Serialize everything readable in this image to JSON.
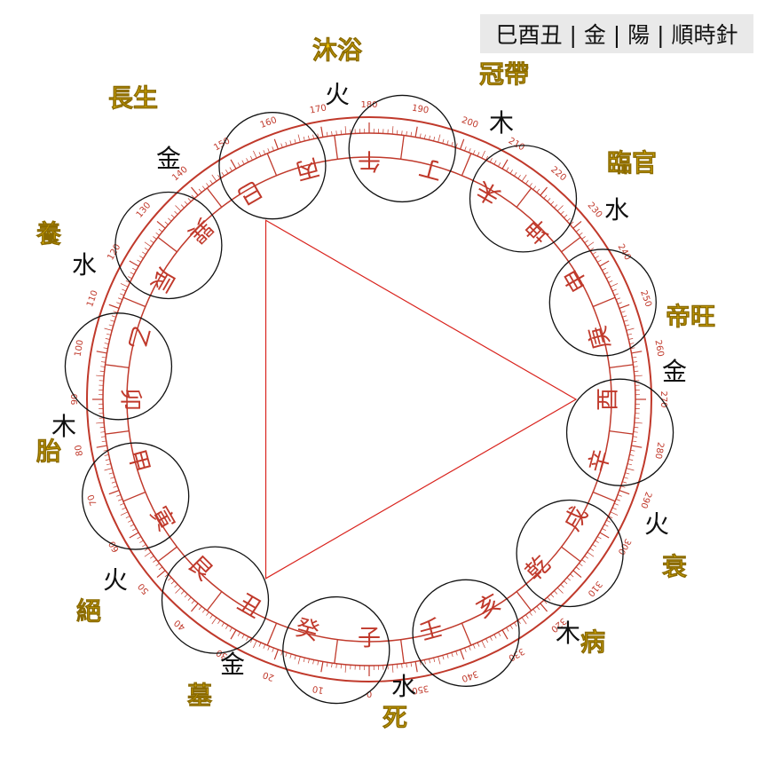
{
  "header": {
    "text": "巳酉丑 | 金 | 陽 | 順時針"
  },
  "colors": {
    "ring_red": "#c0392b",
    "stage_gold": "#f2c200",
    "stage_outline": "#8a6a00",
    "triangle": "#d9231d",
    "circle_outline": "#111111",
    "element_text": "#111111"
  },
  "stems_branches": [
    {
      "char": "巳",
      "kind": "branch"
    },
    {
      "char": "丙",
      "kind": "stem"
    },
    {
      "char": "午",
      "kind": "branch"
    },
    {
      "char": "丁",
      "kind": "stem"
    },
    {
      "char": "未",
      "kind": "branch"
    },
    {
      "char": "坤",
      "kind": "trigram"
    },
    {
      "char": "申",
      "kind": "branch"
    },
    {
      "char": "庚",
      "kind": "stem"
    },
    {
      "char": "酉",
      "kind": "branch"
    },
    {
      "char": "辛",
      "kind": "stem"
    },
    {
      "char": "戌",
      "kind": "branch"
    },
    {
      "char": "乾",
      "kind": "trigram"
    },
    {
      "char": "亥",
      "kind": "branch"
    },
    {
      "char": "壬",
      "kind": "stem"
    },
    {
      "char": "子",
      "kind": "branch"
    },
    {
      "char": "癸",
      "kind": "stem"
    },
    {
      "char": "丑",
      "kind": "branch"
    },
    {
      "char": "艮",
      "kind": "trigram"
    },
    {
      "char": "寅",
      "kind": "branch"
    },
    {
      "char": "甲",
      "kind": "stem"
    },
    {
      "char": "卯",
      "kind": "branch"
    },
    {
      "char": "乙",
      "kind": "stem"
    },
    {
      "char": "辰",
      "kind": "branch"
    },
    {
      "char": "巽",
      "kind": "trigram"
    }
  ],
  "degree_labels": [
    "0",
    "10",
    "20",
    "30",
    "40",
    "50",
    "60",
    "70",
    "80",
    "90",
    "100",
    "110",
    "120",
    "130",
    "140",
    "150",
    "160",
    "170",
    "180",
    "190",
    "200",
    "210",
    "220",
    "230",
    "240",
    "250",
    "260",
    "270",
    "280",
    "290",
    "300",
    "310",
    "320",
    "330",
    "340",
    "350"
  ],
  "stages": [
    {
      "stage": "長生",
      "element": "金"
    },
    {
      "stage": "沐浴",
      "element": "火"
    },
    {
      "stage": "冠帶",
      "element": "木"
    },
    {
      "stage": "臨官",
      "element": "水"
    },
    {
      "stage": "帝旺",
      "element": "金"
    },
    {
      "stage": "衰",
      "element": "火"
    },
    {
      "stage": "病",
      "element": "木"
    },
    {
      "stage": "死",
      "element": "水"
    },
    {
      "stage": "墓",
      "element": "金"
    },
    {
      "stage": "絕",
      "element": "火"
    },
    {
      "stage": "胎",
      "element": "木"
    },
    {
      "stage": "養",
      "element": "水"
    }
  ]
}
